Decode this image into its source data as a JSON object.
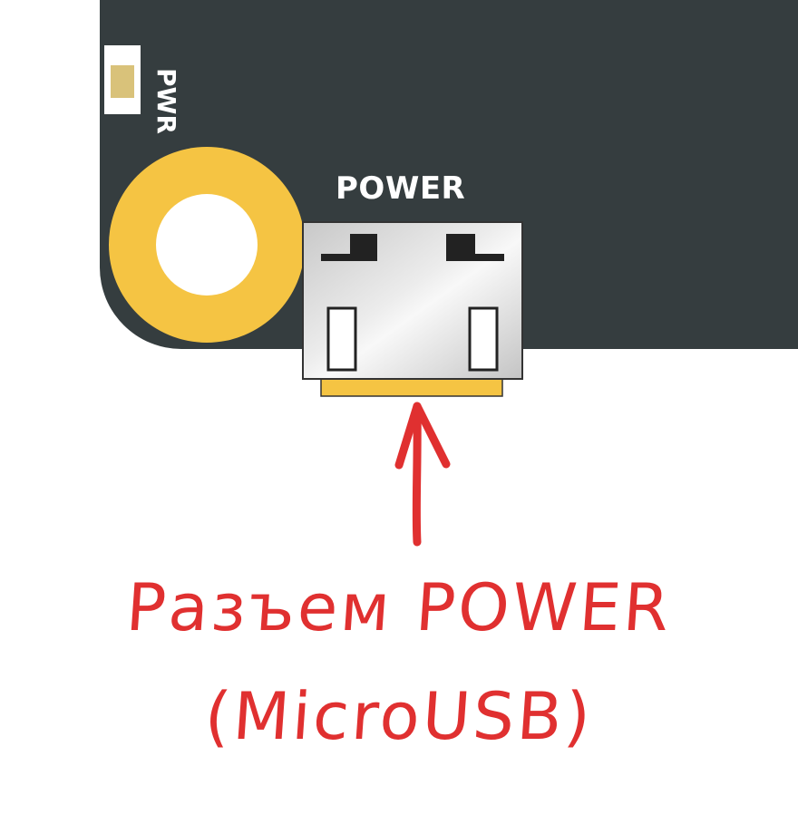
{
  "board": {
    "connector_label": "POWER",
    "led_label": "PWR",
    "colors": {
      "pcb": "#353d3f",
      "pad": "#f5c443",
      "connector_metal": "#d8d8d8",
      "arrow": "#e03030"
    }
  },
  "annotation": {
    "line1": "Разъем POWER",
    "line2": "(MicroUSB)"
  }
}
